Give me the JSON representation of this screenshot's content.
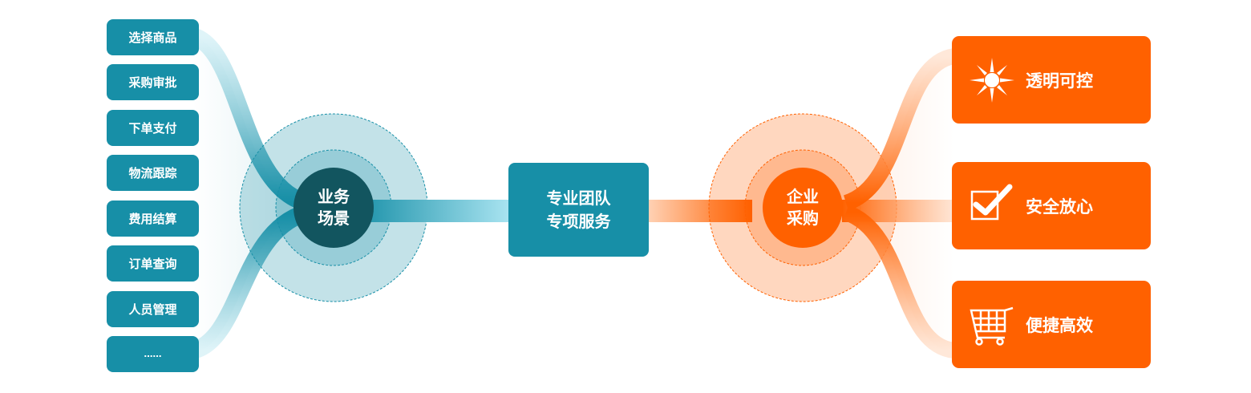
{
  "left_items": [
    "选择商品",
    "采购审批",
    "下单支付",
    "物流跟踪",
    "费用结算",
    "订单查询",
    "人员管理",
    "……"
  ],
  "business_circle": {
    "line1": "业务",
    "line2": "场景"
  },
  "center_box": {
    "line1": "专业团队",
    "line2": "专项服务"
  },
  "enterprise_circle": {
    "line1": "企业",
    "line2": "采购"
  },
  "right_items": [
    {
      "label": "透明可控",
      "icon": "sun-icon"
    },
    {
      "label": "安全放心",
      "icon": "checkbox-icon"
    },
    {
      "label": "便捷高效",
      "icon": "shopping-cart-icon"
    }
  ],
  "colors": {
    "teal": "#178fa7",
    "dark_teal": "#12555f",
    "orange": "#ff6100"
  }
}
